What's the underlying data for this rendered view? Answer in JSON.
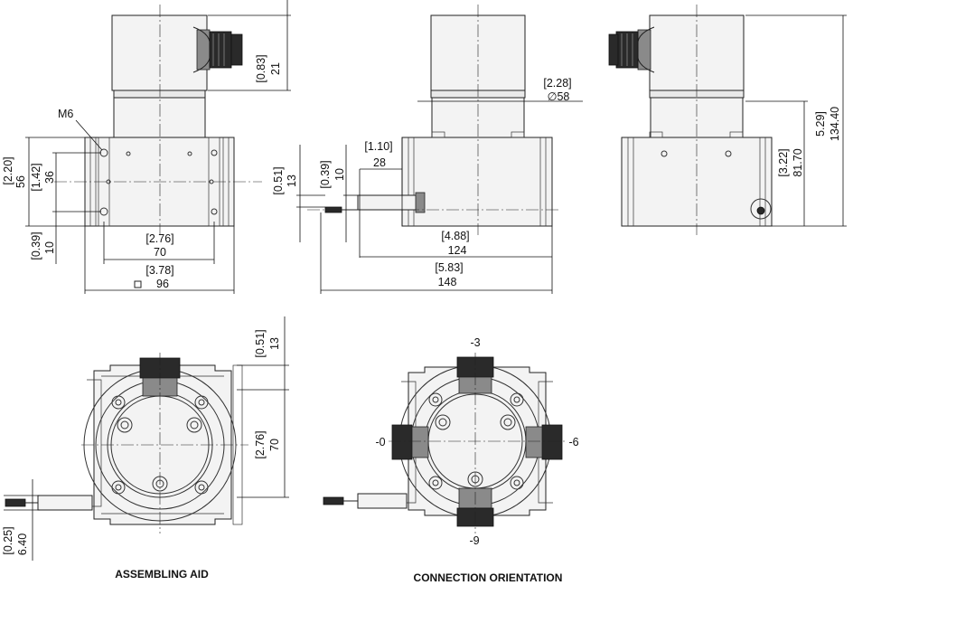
{
  "dimensions": {
    "m6": "M6",
    "d_2_20": "[2.20]",
    "d_56": "56",
    "d_1_42": "[1.42]",
    "d_36": "36",
    "d_0_39a": "[0.39]",
    "d_10a": "10",
    "d_2_76a": "[2.76]",
    "d_70a": "70",
    "d_3_78": "[3.78]",
    "d_96": "96",
    "d_0_83": "[0.83]",
    "d_21": "21",
    "d_2_28": "[2.28]",
    "d_58": "∅58",
    "d_1_10": "[1.10]",
    "d_28": "28",
    "d_0_51a": "[0.51]",
    "d_13a": "13",
    "d_0_39b": "[0.39]",
    "d_10b": "10",
    "d_4_88": "[4.88]",
    "d_124": "124",
    "d_5_83": "[5.83]",
    "d_148": "148",
    "d_3_22": "[3.22]",
    "d_81_70": "81.70",
    "d_5_29": "5.29]",
    "d_134_40": "134.40",
    "d_0_51b": "[0.51]",
    "d_13b": "13",
    "d_2_76b": "[2.76]",
    "d_70b": "70",
    "d_0_25": "[0.25]",
    "d_6_40": "6.40",
    "o_m3": "-3",
    "o_m0": "-0",
    "o_m6": "-6",
    "o_m9": "-9"
  },
  "captions": {
    "assembling": "ASSEMBLING AID",
    "orientation": "CONNECTION ORIENTATION"
  }
}
